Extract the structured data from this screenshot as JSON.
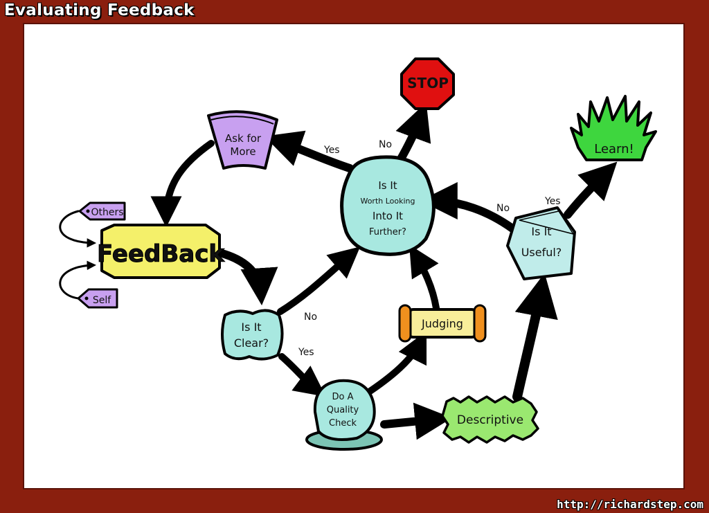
{
  "title": "Evaluating Feedback",
  "url": "http://richardstep.com",
  "nodes": {
    "stop": "STOP",
    "ask_line1": "Ask for",
    "ask_line2": "More",
    "worth_line1": "Is It",
    "worth_line2": "Worth Looking",
    "worth_line3": "Into It",
    "worth_line4": "Further?",
    "learn": "Learn!",
    "useful_line1": "Is It",
    "useful_line2": "Useful?",
    "others": "Others",
    "self": "Self",
    "feedback": "FeedBack",
    "clear_line1": "Is It",
    "clear_line2": "Clear?",
    "judging": "Judging",
    "quality_line1": "Do A",
    "quality_line2": "Quality",
    "quality_line3": "Check",
    "descriptive": "Descriptive"
  },
  "edges": {
    "yes_ask": "Yes",
    "no_stop": "No",
    "no_clear": "No",
    "yes_clear": "Yes",
    "no_useful": "No",
    "yes_useful": "Yes"
  },
  "colors": {
    "frame": "#8a1f0e",
    "stop": "#e01010",
    "ask": "#c8a0f0",
    "worth": "#a8e8e0",
    "learn": "#3ed63e",
    "useful": "#c0ecea",
    "tag": "#c8a0f0",
    "feedback": "#f4f06a",
    "clear": "#a8e8e0",
    "judging": "#f8ee9a",
    "judging_caps": "#f0901e",
    "quality": "#a8e8e0",
    "quality_base": "#7cc4b4",
    "descriptive": "#9ae870"
  }
}
